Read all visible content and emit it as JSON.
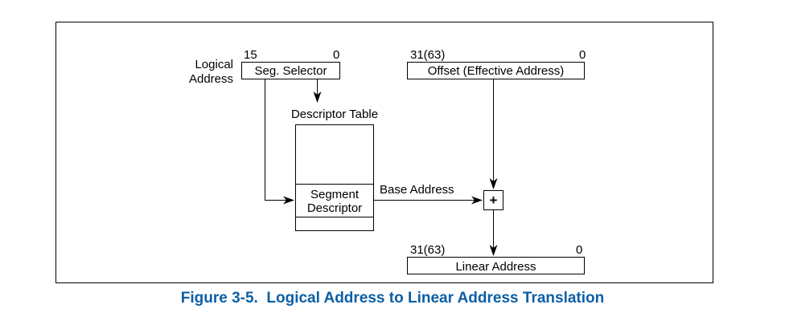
{
  "diagram": {
    "logical_address_label_line1": "Logical",
    "logical_address_label_line2": "Address",
    "seg_selector": {
      "label": "Seg. Selector",
      "bit_high": "15",
      "bit_low": "0"
    },
    "offset": {
      "label": "Offset (Effective Address)",
      "bit_high": "31(63)",
      "bit_low": "0"
    },
    "descriptor_table": {
      "title": "Descriptor Table",
      "segment_descriptor_line1": "Segment",
      "segment_descriptor_line2": "Descriptor"
    },
    "base_address_label": "Base Address",
    "adder_symbol": "+",
    "linear_address": {
      "label": "Linear Address",
      "bit_high": "31(63)",
      "bit_low": "0"
    }
  },
  "caption": "Figure 3-5.  Logical Address to Linear Address Translation",
  "colors": {
    "caption": "#0b5fa5",
    "lines": "#000000"
  }
}
